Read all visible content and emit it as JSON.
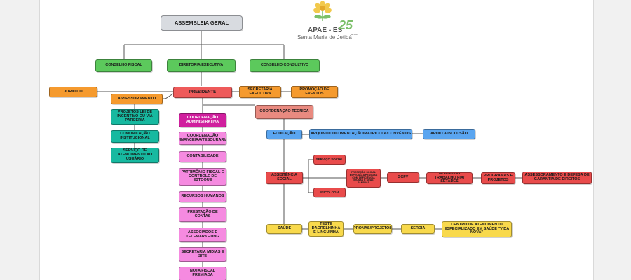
{
  "logo": {
    "title": "APAE - ES",
    "number": "25",
    "suffix": "anos",
    "subtitle": "Santa Maria de Jetibá",
    "colors": {
      "flower": "#f2c94c",
      "leaf": "#7cc06a"
    }
  },
  "colors": {
    "top": "#d8dbe0",
    "council": "#5cc95c",
    "president": "#ee5a5a",
    "orange": "#f59a2e",
    "teal": "#17b9a0",
    "magenta": "#d01f9e",
    "pink": "#f58ae0",
    "blue": "#5aa5f0",
    "social": "#e94b4b",
    "health": "#f8d94c",
    "technical": "#e98a80"
  },
  "nodes": {
    "assembleia": "ASSEMBLEIA GERAL",
    "conselho_fiscal": "CONSELHO FISCAL",
    "diretoria": "DIRETORIA EXECUTIVA",
    "conselho_consultivo": "CONSELHO CONSULTIVO",
    "juridico": "JURIDICO",
    "presidente": "PRESIDENTE",
    "secretaria_exec": "SECRETARIA EXECUTIVA",
    "promocao": "PROMOÇÃO DE EVENTOS",
    "assessoramento": "ASSESSORAMENTO",
    "projetos_lei": "PROJETOS LEI DE INCENTIVO OU VIA PARCERIA",
    "comunicacao": "COMUNICAÇÃO INSTITUCIONAL",
    "servico_atendimento": "SERVIÇO DE ATENDIMENTO AO USUÁRIO",
    "coord_admin": "COORDENAÇÃO ADMINISTRATIVA",
    "coord_fin": "COORDENAÇÃO FINANCEIRA/TESOURARIA",
    "contabilidade": "CONTABILIDADE",
    "patrimonio": "PATRIMÔNIO FISCAL E CONTROLE DE ESTOQUE",
    "rh": "RECURSOS HUMANOS",
    "prestacao": "PRESTAÇÃO DE CONTAS",
    "associados": "ASSOCIADOS E TELEMARKETING",
    "midias": "SECRETARIA MIDIAS E SITE",
    "nota_fiscal": "NOTA FISCAL PREMIADA",
    "coord_tecnica": "COORDENAÇÃO TÉCNICA",
    "educacao": "EDUCAÇÃO",
    "arquivo": "ARQUIVO/DOCUMENTAÇÃO/MATRICULA/CONVÊNIOS",
    "apoio_inclusao": "APOIO A INCLUSÃO",
    "assistencia": "ASSISTÊNCIA SOCIAL",
    "servico_social": "SERVIÇO SOCIAL",
    "psicologia": "PSICOLOGIA",
    "protecao": "PROTEÇÃO SOCIAL ESPECIAL A PESSOAS COM DEFICIÊNCIA IDOSAS E SUAS FAMÍLIAS",
    "scfv": "SCFV",
    "mundo_trabalho": "MUNDO DO TRABALHO FIA/ SETADES",
    "programas": "PROGRAMAS E PROJETOS",
    "assessoramento_direitos": "ASSESSORAMENTO E DEFESA DE GARANTIA DE DIREITOS",
    "saude": "SAÚDE",
    "teste": "TESTE DAORELHINHA E LINGUINHA",
    "pronas": "PRONAS/PROJETOS",
    "serdia": "SERDIA",
    "centro": "CENTRO DE ATENDIMENTO ESPECIALIZADO EM SAÚDE \"VIDA NOVA\""
  }
}
